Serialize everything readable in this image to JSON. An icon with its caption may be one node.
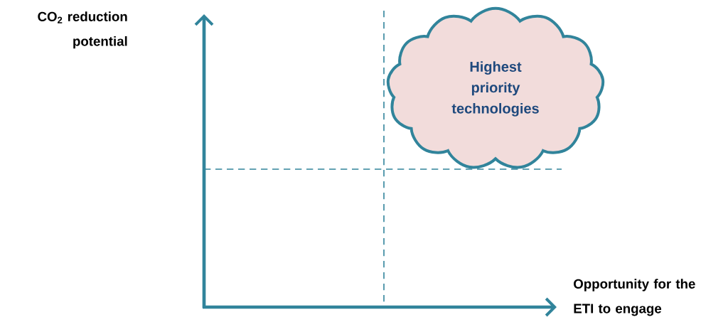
{
  "diagram": {
    "nodes": [
      {
        "text": [
          "Highest priority technologies"
        ]
      }
    ],
    "labels": [
      "CO$_{2}$ reduction potential",
      "Opportunity for the ETI to engage"
    ]
  }
}
